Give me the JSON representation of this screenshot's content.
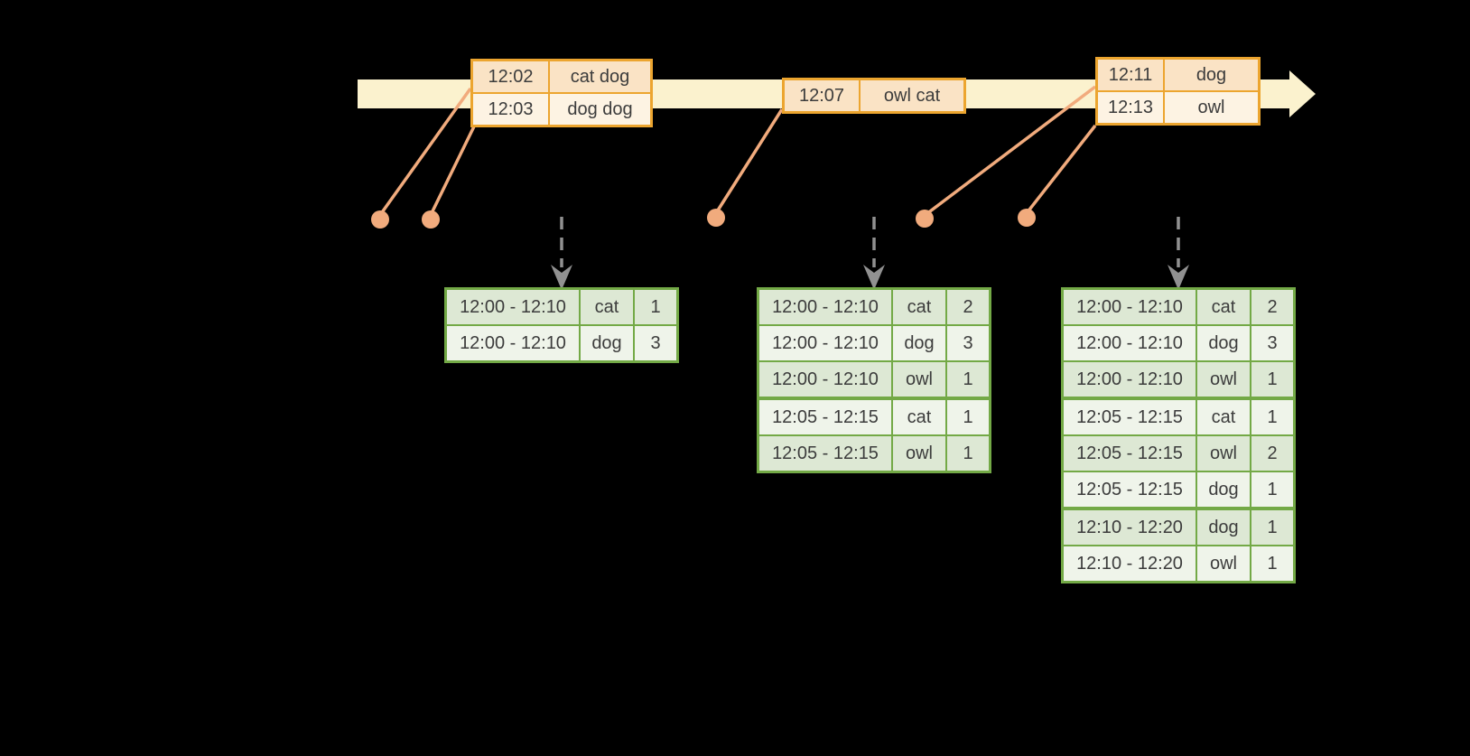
{
  "colors": {
    "background": "#000000",
    "timeline_arrow": "#FBF2CE",
    "event_table_border": "#ECA52F",
    "event_row_dark": "#FAE3C5",
    "event_row_light": "#FDF3E3",
    "event_marker": "#F1AB7D",
    "trigger_arrow": "#919191",
    "result_table_border": "#73A946",
    "result_row_dark": "#DDE8D4",
    "result_row_light": "#EFF4EA",
    "text": "#3C3C3C"
  },
  "event_tables": [
    {
      "rows": [
        {
          "time": "12:02",
          "words": "cat dog"
        },
        {
          "time": "12:03",
          "words": "dog dog"
        }
      ]
    },
    {
      "rows": [
        {
          "time": "12:07",
          "words": "owl cat"
        }
      ]
    },
    {
      "rows": [
        {
          "time": "12:11",
          "words": "dog"
        },
        {
          "time": "12:13",
          "words": "owl"
        }
      ]
    }
  ],
  "result_tables": [
    {
      "rows": [
        {
          "window": "12:00 - 12:10",
          "word": "cat",
          "count": "1"
        },
        {
          "window": "12:00 - 12:10",
          "word": "dog",
          "count": "3"
        }
      ]
    },
    {
      "rows": [
        {
          "window": "12:00 - 12:10",
          "word": "cat",
          "count": "2"
        },
        {
          "window": "12:00 - 12:10",
          "word": "dog",
          "count": "3"
        },
        {
          "window": "12:00 - 12:10",
          "word": "owl",
          "count": "1"
        },
        {
          "window": "12:05 - 12:15",
          "word": "cat",
          "count": "1"
        },
        {
          "window": "12:05 - 12:15",
          "word": "owl",
          "count": "1"
        }
      ]
    },
    {
      "rows": [
        {
          "window": "12:00 - 12:10",
          "word": "cat",
          "count": "2"
        },
        {
          "window": "12:00 - 12:10",
          "word": "dog",
          "count": "3"
        },
        {
          "window": "12:00 - 12:10",
          "word": "owl",
          "count": "1"
        },
        {
          "window": "12:05 - 12:15",
          "word": "cat",
          "count": "1"
        },
        {
          "window": "12:05 - 12:15",
          "word": "owl",
          "count": "2"
        },
        {
          "window": "12:05 - 12:15",
          "word": "dog",
          "count": "1"
        },
        {
          "window": "12:10 - 12:20",
          "word": "dog",
          "count": "1"
        },
        {
          "window": "12:10 - 12:20",
          "word": "owl",
          "count": "1"
        }
      ]
    }
  ]
}
